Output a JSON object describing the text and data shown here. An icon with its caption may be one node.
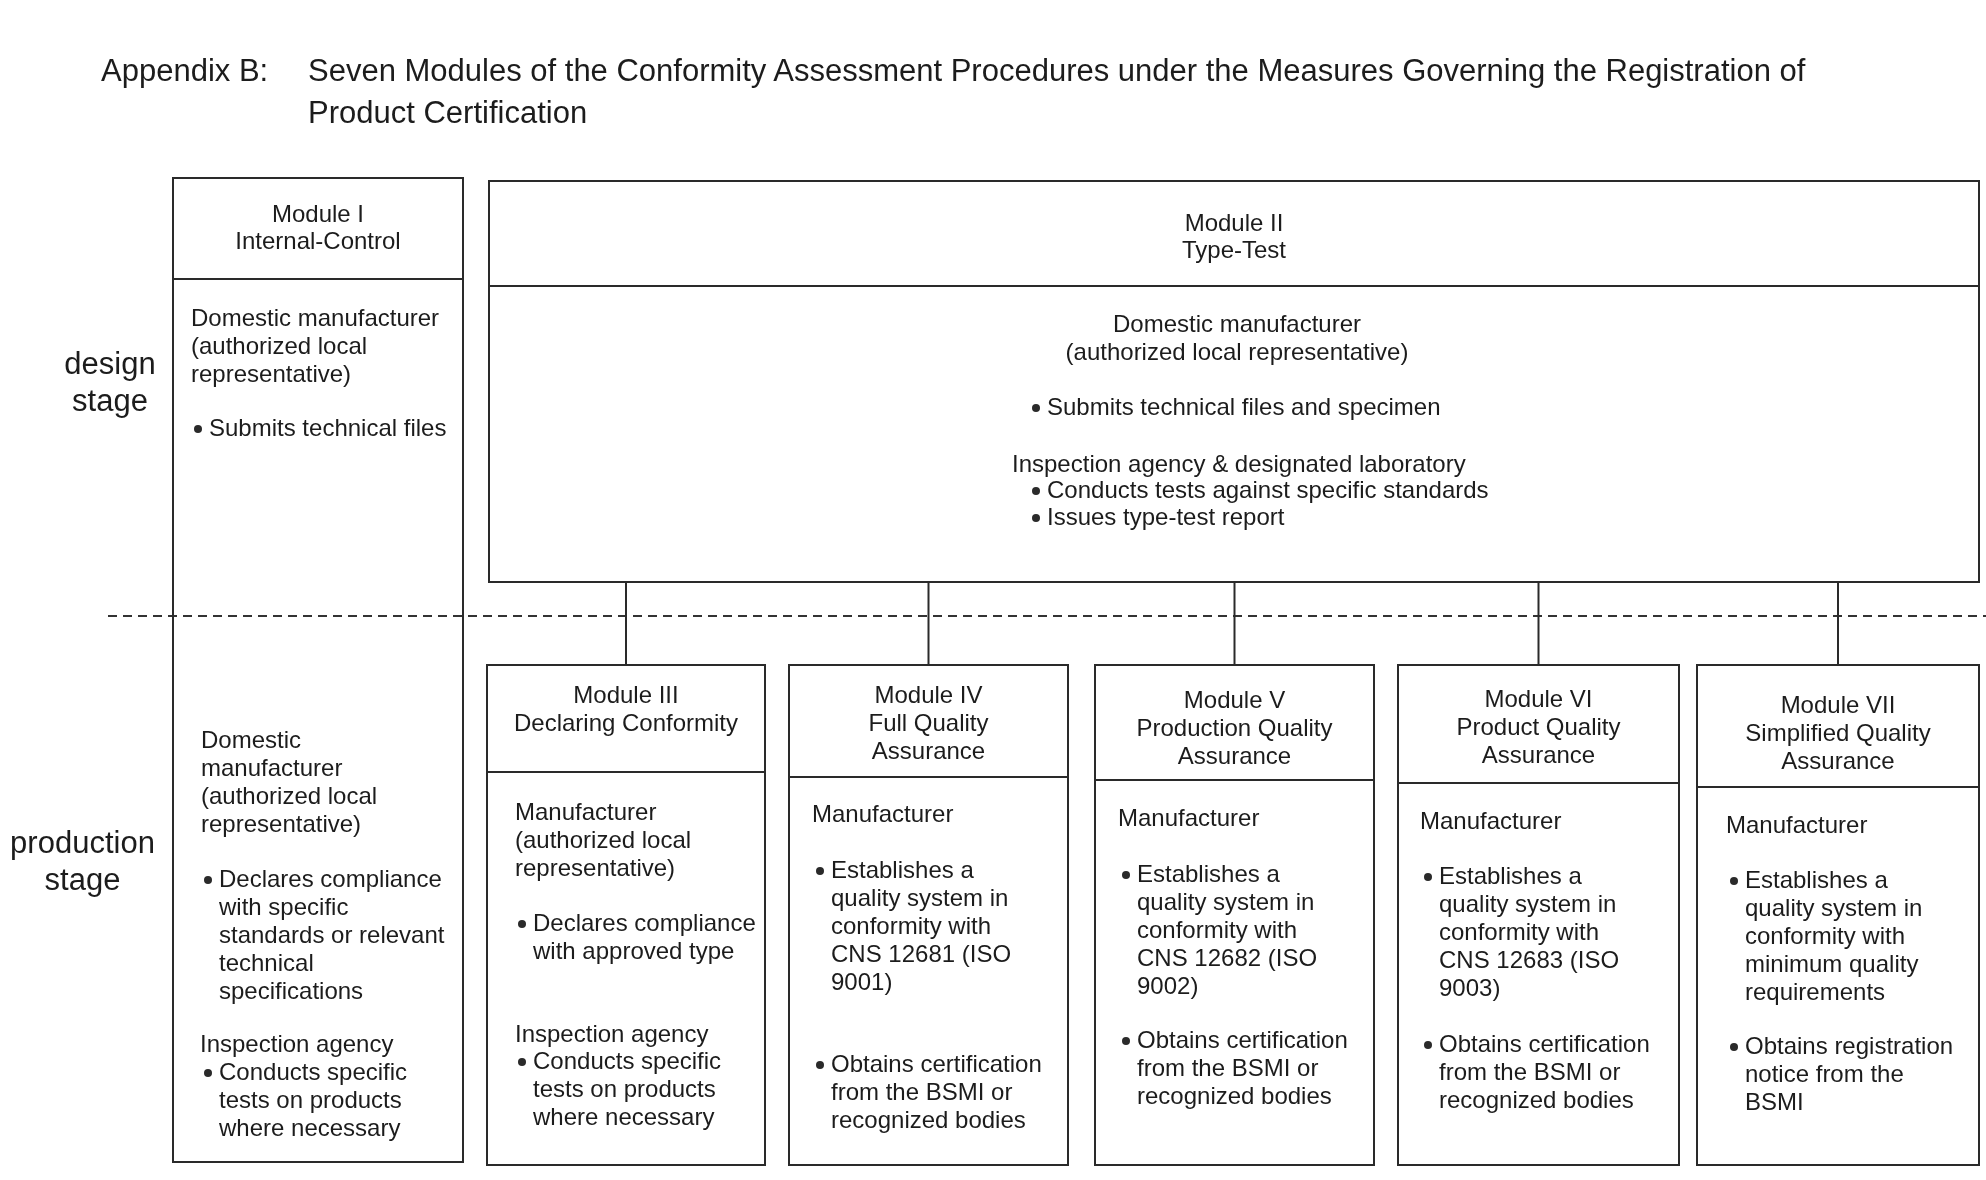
{
  "diagram": {
    "title": "Seven Modules of the Conformity Assessment Procedures under the Measures Governing the Registration of Product Certification",
    "nodes": [
      {
        "text": [
          "Module I",
          "Internal-Control",
          "Domestic manufacturer (authorized local representative)",
          "Submits technical files",
          "Domestic manufacturer (authorized local representative)",
          "Declares compliance with specific standards or relevant technical specifications",
          "Inspection agency",
          "Conducts specific tests on products where necessary"
        ]
      },
      {
        "text": [
          "Module II",
          "Type-Test",
          "Domestic manufacturer (authorized local representative)",
          "Submits technical files and specimen",
          "Inspection agency & designated laboratory",
          "Conducts tests against specific standards",
          "Issues type-test report"
        ]
      },
      {
        "text": [
          "Module III",
          "Declaring Conformity",
          "Manufacturer (authorized local representative)",
          "Declares compliance with approved type",
          "Inspection agency",
          "Conducts specific tests on products where necessary"
        ]
      },
      {
        "text": [
          "Module IV",
          "Full Quality Assurance",
          "Manufacturer",
          "Establishes a quality system in conformity with CNS 12681 (ISO 9001)",
          "Obtains certification from the BSMI or recognized bodies"
        ]
      },
      {
        "text": [
          "Module V",
          "Production Quality Assurance",
          "Manufacturer",
          "Establishes a quality system in conformity with CNS 12682 (ISO 9002)",
          "Obtains certification from the BSMI or recognized bodies"
        ]
      },
      {
        "text": [
          "Module VI",
          "Product Quality Assurance",
          "Manufacturer",
          "Establishes a quality system in conformity with CNS 12683 (ISO 9003)",
          "Obtains certification from the BSMI or recognized bodies"
        ]
      },
      {
        "text": [
          "Module VII",
          "Simplified Quality Assurance",
          "Manufacturer",
          "Establishes a quality system in conformity with minimum quality requirements",
          "Obtains registration notice from the BSMI"
        ]
      }
    ],
    "edges": [
      {
        "from": 1,
        "to": 2,
        "arrow": "none"
      },
      {
        "from": 1,
        "to": 3,
        "arrow": "none"
      },
      {
        "from": 1,
        "to": 4,
        "arrow": "none"
      },
      {
        "from": 1,
        "to": 5,
        "arrow": "none"
      },
      {
        "from": 1,
        "to": 6,
        "arrow": "none"
      }
    ],
    "labels": [
      "Appendix B:",
      "design stage",
      "production stage"
    ]
  }
}
